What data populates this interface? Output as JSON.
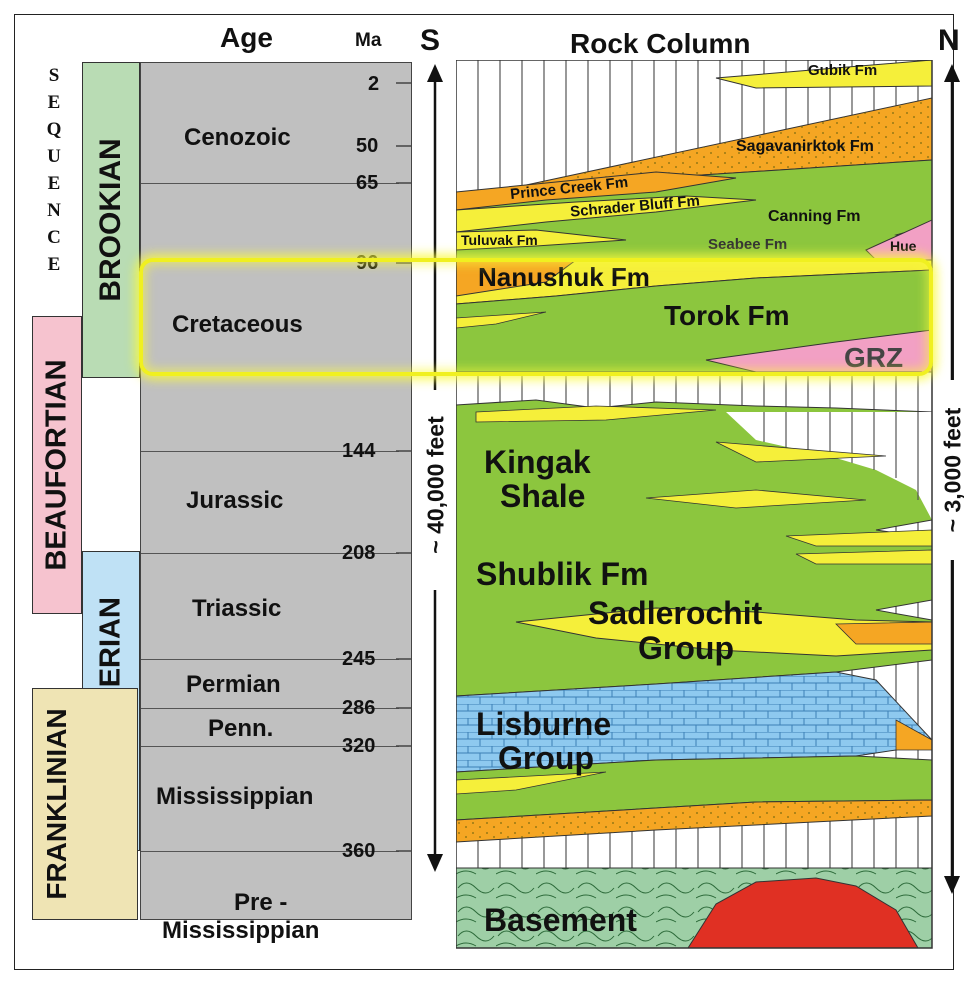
{
  "colors": {
    "brookian": "#b9dcb4",
    "beaufortian": "#f6c3cf",
    "ellesmerian": "#bfe1f5",
    "franklinian": "#efe4b4",
    "age_column": "#c0c0c0",
    "shale_green": "#8cc63e",
    "sand_yellow": "#f5ef3a",
    "orange": "#f5a623",
    "pink": "#f2a0c4",
    "limestone_blue": "#8ec9ef",
    "basement_green": "#9ecfa6",
    "granite_red": "#e03023",
    "highlight": "#f0f020"
  },
  "headers": {
    "age": "Age",
    "ma": "Ma",
    "south": "S",
    "rock_column": "Rock Column",
    "north": "N"
  },
  "sequence_label": [
    "S",
    "E",
    "Q",
    "U",
    "E",
    "N",
    "C",
    "E"
  ],
  "sequences": {
    "brookian": "BROOKIAN",
    "beaufortian": "BEAUFORTIAN",
    "ellesmerian": "ELLESMERIAN",
    "franklinian": "FRANKLINIAN"
  },
  "eras": {
    "cenozoic": "Cenozoic",
    "cretaceous": "Cretaceous",
    "jurassic": "Jurassic",
    "triassic": "Triassic",
    "permian": "Permian",
    "penn": "Penn.",
    "mississippian": "Mississippian",
    "pre_mississippian_1": "Pre -",
    "pre_mississippian_2": "Mississippian"
  },
  "ma_values": {
    "m2": "2",
    "m50": "50",
    "m65": "65",
    "m96": "96",
    "m144": "144",
    "m208": "208",
    "m245": "245",
    "m286": "286",
    "m320": "320",
    "m360": "360"
  },
  "thickness": {
    "south": "~ 40,000 feet",
    "north": "~ 3,000 feet"
  },
  "formations": {
    "gubik": "Gubik Fm",
    "sagavanirktok": "Sagavanirktok Fm",
    "prince_creek": "Prince Creek Fm",
    "schrader_bluff": "Schrader Bluff Fm",
    "canning": "Canning Fm",
    "tuluvak": "Tuluvak Fm",
    "seabee": "Seabee Fm",
    "hue": "Hue",
    "nanushuk": "Nanushuk Fm",
    "torok": "Torok Fm",
    "grz": "GRZ",
    "kingak_1": "Kingak",
    "kingak_2": "Shale",
    "shublik": "Shublik Fm",
    "sadlerochit_1": "Sadlerochit",
    "sadlerochit_2": "Group",
    "lisburne_1": "Lisburne",
    "lisburne_2": "Group",
    "basement": "Basement"
  }
}
